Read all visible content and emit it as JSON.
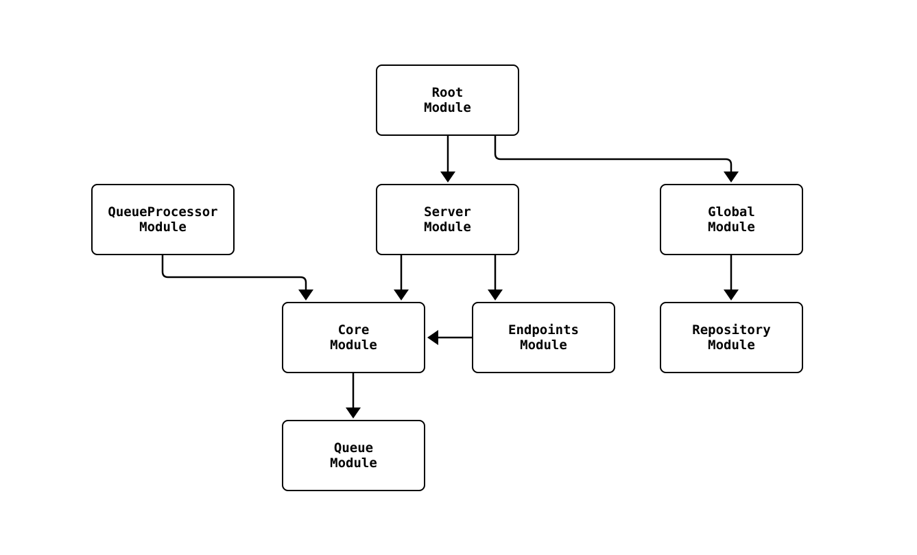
{
  "colors": {
    "background": "#ffffff",
    "box_fill": "#ffffff",
    "box_border": "#000000",
    "text": "#000000",
    "arrow": "#000000"
  },
  "diagram": {
    "type": "flowchart",
    "nodes": [
      {
        "id": "root",
        "label_line1": "Root",
        "label_line2": "Module"
      },
      {
        "id": "queueprocessor",
        "label_line1": "QueueProcessor",
        "label_line2": "Module"
      },
      {
        "id": "server",
        "label_line1": "Server",
        "label_line2": "Module"
      },
      {
        "id": "global",
        "label_line1": "Global",
        "label_line2": "Module"
      },
      {
        "id": "core",
        "label_line1": "Core",
        "label_line2": "Module"
      },
      {
        "id": "endpoints",
        "label_line1": "Endpoints",
        "label_line2": "Module"
      },
      {
        "id": "repository",
        "label_line1": "Repository",
        "label_line2": "Module"
      },
      {
        "id": "queue",
        "label_line1": "Queue",
        "label_line2": "Module"
      }
    ],
    "edges": [
      {
        "from": "root",
        "to": "server"
      },
      {
        "from": "root",
        "to": "global"
      },
      {
        "from": "queueprocessor",
        "to": "core"
      },
      {
        "from": "server",
        "to": "core"
      },
      {
        "from": "server",
        "to": "endpoints"
      },
      {
        "from": "endpoints",
        "to": "core"
      },
      {
        "from": "global",
        "to": "repository"
      },
      {
        "from": "core",
        "to": "queue"
      }
    ]
  }
}
